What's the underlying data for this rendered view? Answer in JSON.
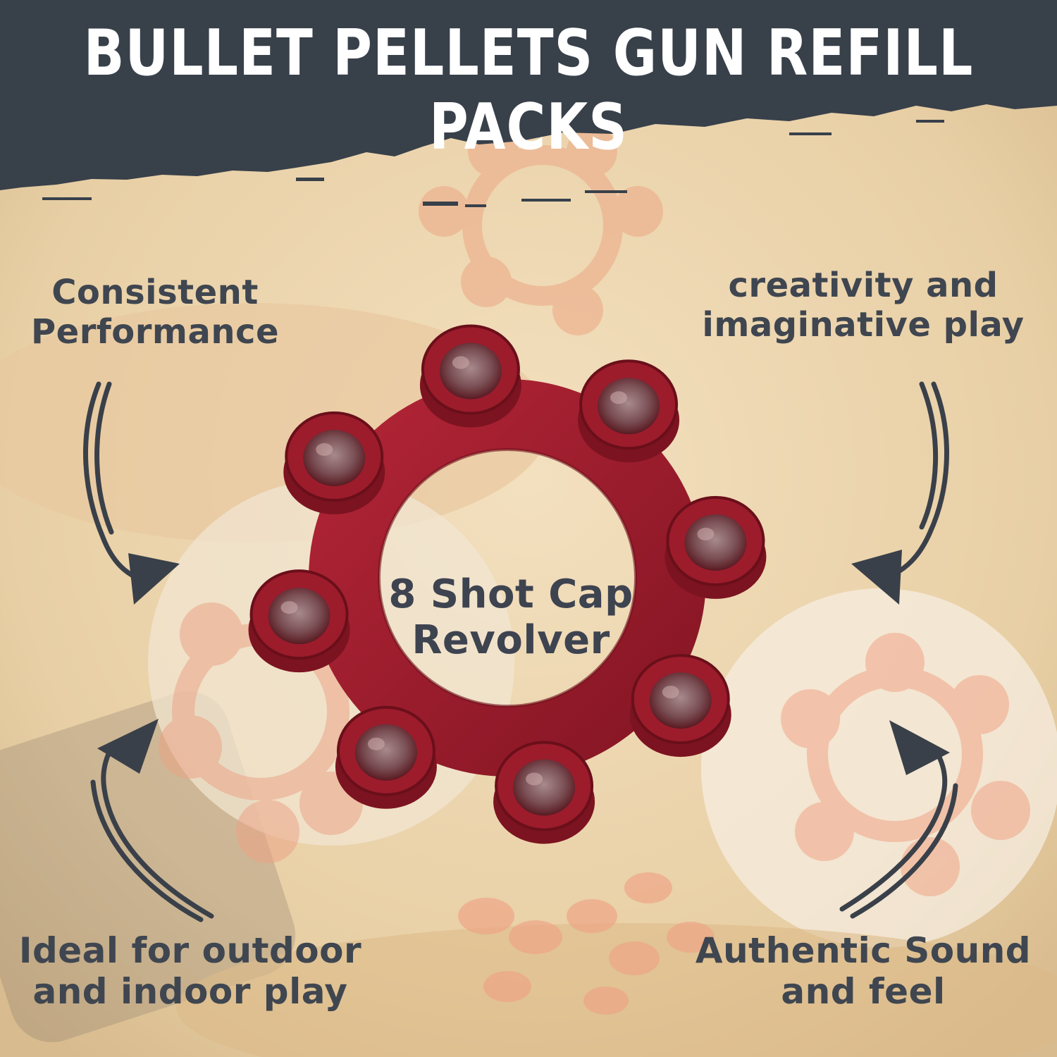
{
  "headline": "BULLET PELLETS GUN REFILL PACKS",
  "features": {
    "top_left": "Consistent Performance",
    "top_right": "creativity and imaginative play",
    "bottom_left": "Ideal for outdoor and indoor play",
    "bottom_right": "Authentic Sound and feel"
  },
  "product": {
    "label": "8 Shot Cap Revolver",
    "shot_count": 8
  },
  "colors": {
    "banner": "#38404a",
    "background": "#efd9b4",
    "ring": "#9c1c2c",
    "text": "#3f4650"
  },
  "icons": [
    "curved-arrow-icon"
  ]
}
